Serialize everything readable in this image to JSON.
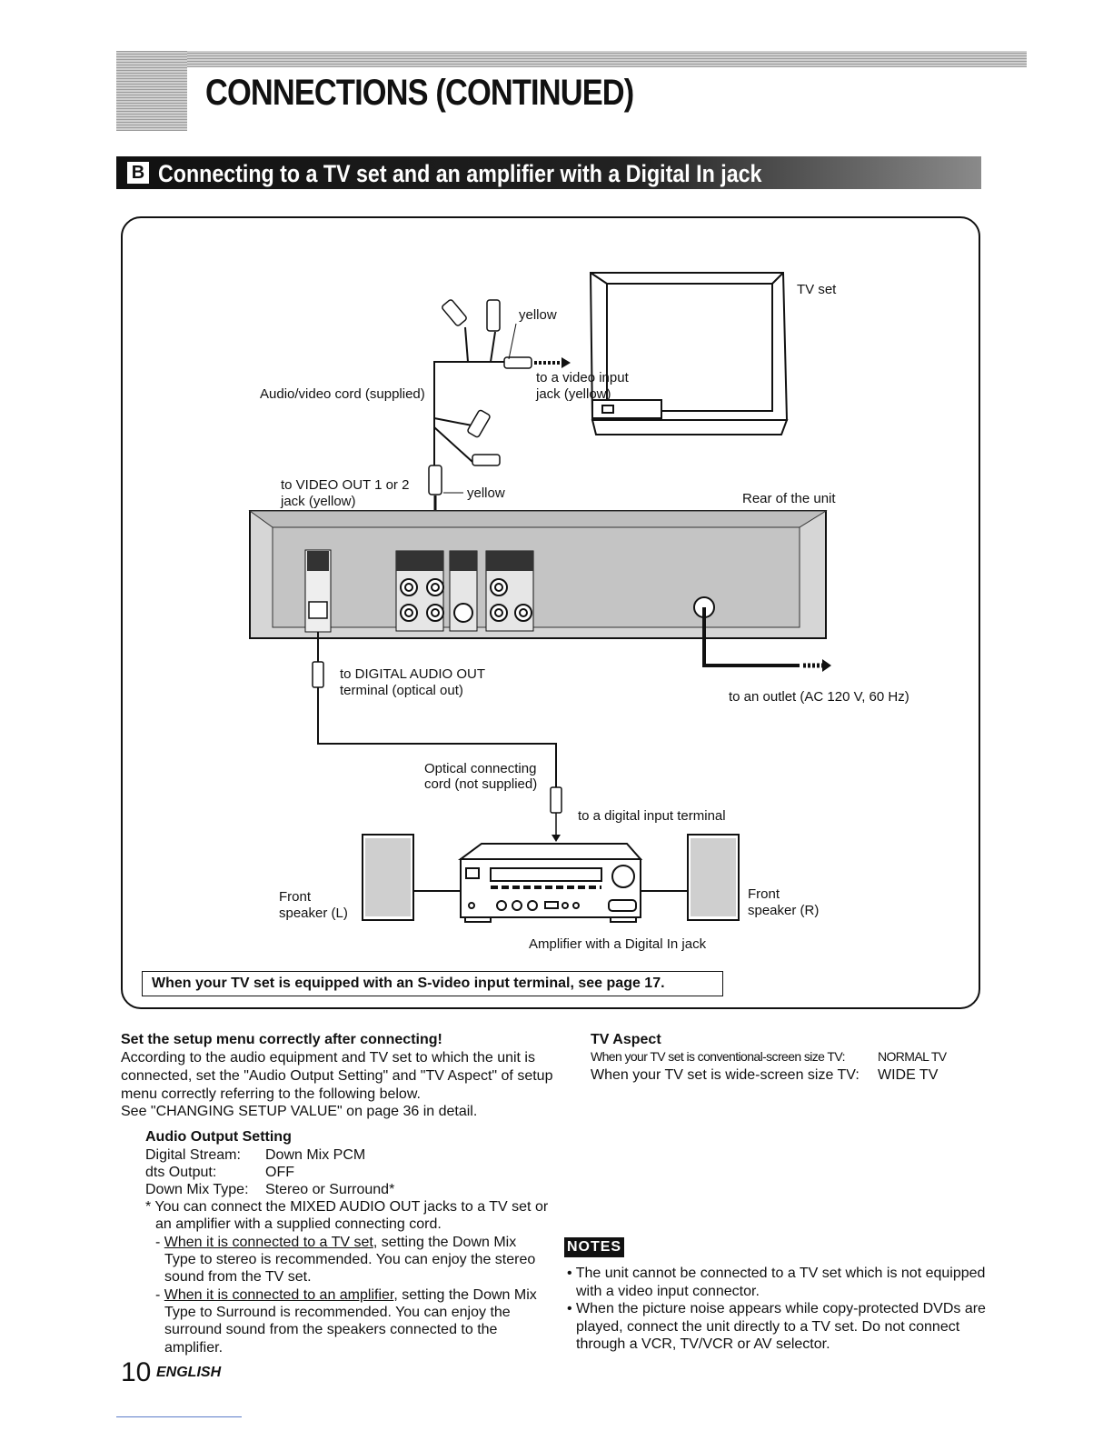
{
  "header": {
    "title": "CONNECTIONS (CONTINUED)"
  },
  "section": {
    "letter": "B",
    "title": "Connecting to a TV set and an amplifier with a Digital In jack"
  },
  "diagram": {
    "labels": {
      "tv_set": "TV set",
      "yellow_top": "yellow",
      "to_video_input_1": "to a video input",
      "to_video_input_2": "jack (yellow)",
      "av_cord": "Audio/video cord (supplied)",
      "to_video_out_1": "to VIDEO OUT 1 or 2",
      "to_video_out_2": "jack (yellow)",
      "yellow_bottom": "yellow",
      "rear_of_unit": "Rear of the unit",
      "to_digital_out_1": "to DIGITAL AUDIO OUT",
      "to_digital_out_2": "terminal (optical out)",
      "to_outlet": "to an outlet  (AC 120 V, 60 Hz)",
      "optical_cord_1": "Optical connecting",
      "optical_cord_2": "cord (not supplied)",
      "to_digital_input": "to a digital input terminal",
      "front_left_1": "Front",
      "front_left_2": "speaker (L)",
      "front_right_1": "Front",
      "front_right_2": "speaker (R)",
      "amplifier": "Amplifier with a Digital In jack"
    },
    "note": "When your TV set is equipped with an S-video input terminal, see page 17."
  },
  "left_column": {
    "heading": "Set the setup menu correctly after connecting!",
    "intro": [
      "According to the audio equipment and TV set to which the unit is",
      "connected, set the \"Audio Output Setting\" and \"TV Aspect\" of setup",
      "menu correctly referring to the following below.",
      "See  \"CHANGING SETUP VALUE\" on page 36 in detail."
    ],
    "audio_heading": "Audio Output Setting",
    "settings": [
      {
        "name": "Digital Stream:",
        "value": "Down Mix PCM"
      },
      {
        "name": "dts Output:",
        "value": "OFF"
      },
      {
        "name": "Down Mix Type:",
        "value": "Stereo or Surround*"
      }
    ],
    "footnote_1": "* You can connect the MIXED AUDIO OUT jacks to a TV set or",
    "footnote_2": "an amplifier with a supplied connecting cord.",
    "tv_case_ul": "When it is connected to a TV set",
    "tv_case_rest": ", setting the Down Mix",
    "tv_case_2": "Type to stereo is recommended. You can enjoy the stereo",
    "tv_case_3": "sound from the TV set.",
    "amp_case_ul": "When it is connected to an amplifier",
    "amp_case_rest": ", setting the Down Mix",
    "amp_case_2": "Type to Surround is recommended. You can enjoy the",
    "amp_case_3": "surround sound from the speakers connected to the",
    "amp_case_4": "amplifier."
  },
  "right_column": {
    "tv_aspect_heading": "TV Aspect",
    "tv_aspect_rows": [
      {
        "condition": "When your TV set is  conventional-screen size TV:",
        "value": "NORMAL TV"
      },
      {
        "condition": "When your TV set is  wide-screen size TV:",
        "value": "WIDE TV"
      }
    ],
    "notes_badge": "NOTES",
    "notes": [
      [
        "• The unit cannot be connected to a TV set which is not equipped",
        "with a video input connector."
      ],
      [
        "• When the picture noise appears while copy-protected DVDs are",
        "played, connect the unit directly to a TV set.  Do not connect",
        "through a VCR, TV/VCR or AV selector."
      ]
    ]
  },
  "footer": {
    "page_number": "10",
    "language": "ENGLISH"
  }
}
